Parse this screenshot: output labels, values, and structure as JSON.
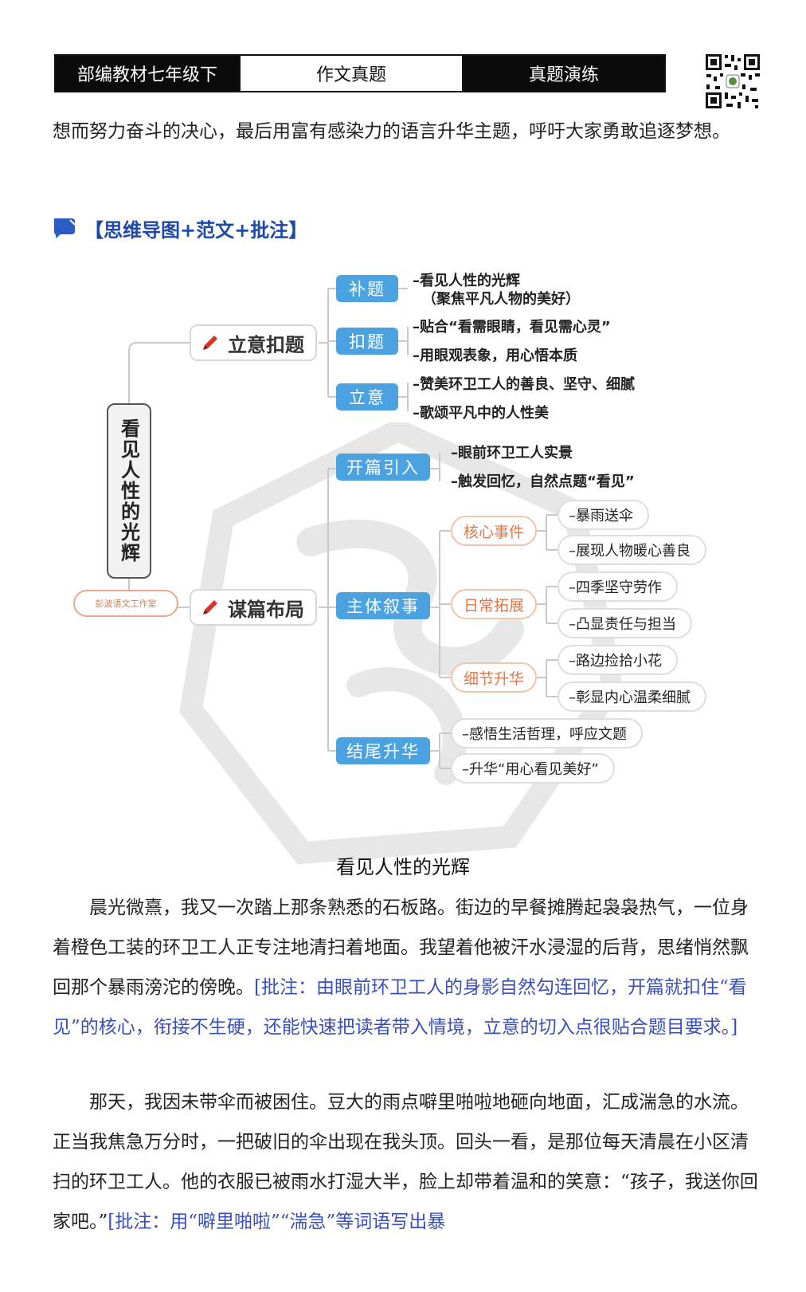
{
  "header": {
    "left": "部编教材七年级下",
    "middle": "作文真题",
    "right": "真题演练"
  },
  "intro_text": "想而努力奋斗的决心，最后用富有感染力的语言升华主题，呼吁大家勇敢追逐梦想。",
  "section_title": "【思维导图+范文+批注】",
  "mindmap": {
    "root": "看见人性的光辉",
    "studio": "彭波语文工作室",
    "branch1": {
      "label": "立意扣题",
      "children": [
        {
          "label": "补题",
          "leaves": [
            "–看见人性的光辉",
            "（聚焦平凡人物的美好）"
          ]
        },
        {
          "label": "扣题",
          "leaves": [
            "–贴合“看需眼睛，看见需心灵”",
            "–用眼观表象，用心悟本质"
          ]
        },
        {
          "label": "立意",
          "leaves": [
            "–赞美环卫工人的善良、坚守、细腻",
            "–歌颂平凡中的人性美"
          ]
        }
      ]
    },
    "branch2": {
      "label": "谋篇布局",
      "children": [
        {
          "label": "开篇引入",
          "leaves": [
            "–眼前环卫工人实景",
            "–触发回忆，自然点题“看见”"
          ]
        },
        {
          "label": "主体叙事",
          "sub": [
            {
              "label": "核心事件",
              "leaves": [
                "–暴雨送伞",
                "–展现人物暖心善良"
              ]
            },
            {
              "label": "日常拓展",
              "leaves": [
                "–四季坚守劳作",
                "–凸显责任与担当"
              ]
            },
            {
              "label": "细节升华",
              "leaves": [
                "–路边捡拾小花",
                "–彰显内心温柔细腻"
              ]
            }
          ]
        },
        {
          "label": "结尾升华",
          "leaves": [
            "–感悟生活哲理，呼应文题",
            "–升华“用心看见美好”"
          ]
        }
      ]
    }
  },
  "essay": {
    "title": "看见人性的光辉",
    "p1": "晨光微熹，我又一次踏上那条熟悉的石板路。街边的早餐摊腾起袅袅热气，一位身着橙色工装的环卫工人正专注地清扫着地面。我望着他被汗水浸湿的后背，思绪悄然飘回那个暴雨滂沱的傍晚。",
    "p1_note": "[批注：由眼前环卫工人的身影自然勾连回忆，开篇就扣住“看见”的核心，衔接不生硬，还能快速把读者带入情境，立意的切入点很贴合题目要求。]",
    "p2": "那天，我因未带伞而被困住。豆大的雨点噼里啪啦地砸向地面，汇成湍急的水流。正当我焦急万分时，一把破旧的伞出现在我头顶。回头一看，是那位每天清晨在小区清扫的环卫工人。他的衣服已被雨水打湿大半，脸上却带着温和的笑意：“孩子，我送你回家吧。”",
    "p2_note": "[批注：用“噼里啪啦”“湍急”等词语写出暴"
  },
  "colors": {
    "header_dark": "#0b0b0b",
    "branch_blue": "#4aa3e0",
    "sub_orange": "#e2764a",
    "note_blue": "#3b4fb8",
    "section_blue": "#1d4aa8"
  }
}
